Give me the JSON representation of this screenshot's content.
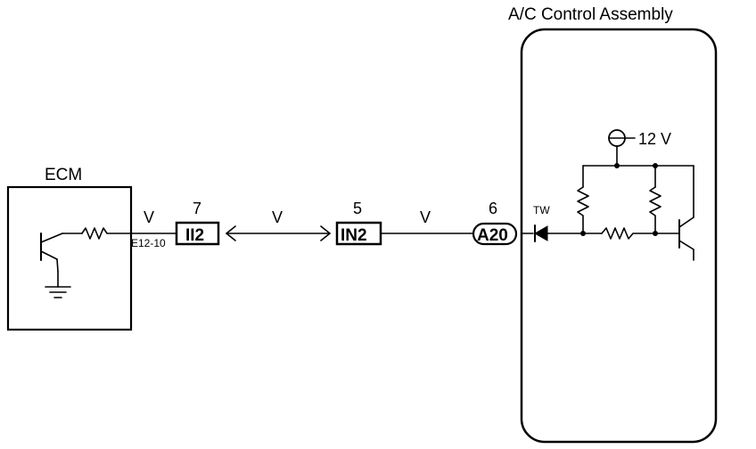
{
  "ecm": {
    "label": "ECM",
    "pin": "E12-10"
  },
  "ac_assembly": {
    "label": "A/C Control Assembly",
    "voltage": "12 V",
    "tw_label": "TW"
  },
  "wire_color": "V",
  "connectors": {
    "ii2": {
      "pin": "7",
      "code": "II2"
    },
    "in2": {
      "pin": "5",
      "code": "IN2"
    },
    "a20": {
      "pin": "6",
      "code": "A20"
    }
  }
}
